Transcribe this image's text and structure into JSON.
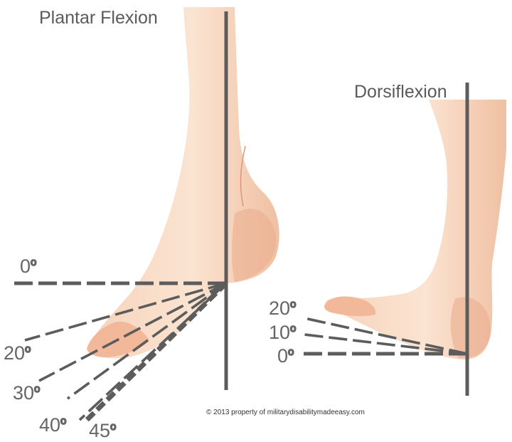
{
  "plantar": {
    "title": "Plantar Flexion",
    "angles": [
      {
        "value": "0",
        "unit_symbol": "o"
      },
      {
        "value": "20",
        "unit_symbol": "o"
      },
      {
        "value": "30",
        "unit_symbol": "o"
      },
      {
        "value": "40",
        "unit_symbol": "o"
      },
      {
        "value": "45",
        "unit_symbol": "o"
      }
    ]
  },
  "dorsi": {
    "title": "Dorsiflexion",
    "angles": [
      {
        "value": "20",
        "unit_symbol": "o"
      },
      {
        "value": "10",
        "unit_symbol": "o"
      },
      {
        "value": "0",
        "unit_symbol": "o"
      }
    ]
  },
  "credit": "© 2013 property of militarydisabilitymadeeasy.com",
  "colors": {
    "skin_light": "#fbe4d2",
    "skin_mid": "#f2c3a5",
    "skin_dark": "#e3a586",
    "line": "#5c5c5c"
  }
}
